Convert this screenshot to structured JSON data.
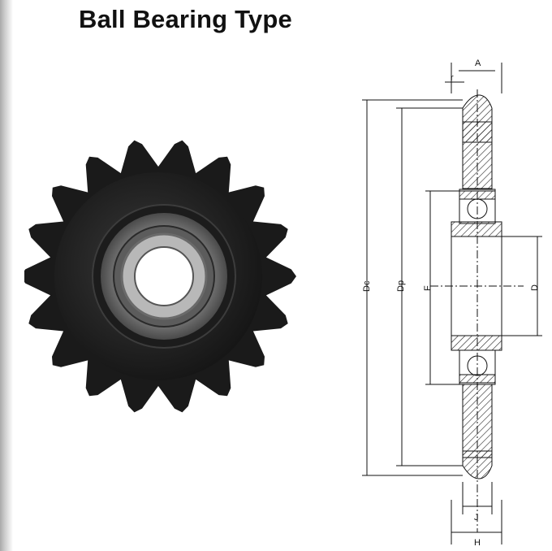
{
  "title": "Ball Bearing Type",
  "dimension_labels": {
    "A": "A",
    "r": "r",
    "Dc": "Dc",
    "Dp": "Dp",
    "F": "F",
    "D": "D",
    "J": "J",
    "H": "H"
  }
}
